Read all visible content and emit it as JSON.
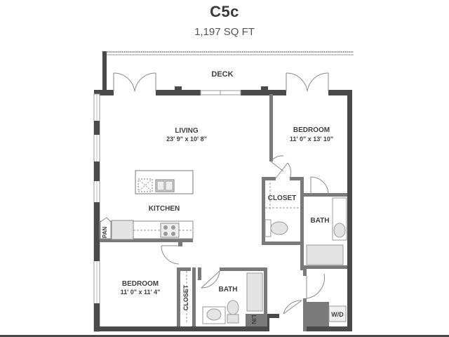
{
  "header": {
    "unit_name": "C5c",
    "area": "1,197 SQ FT"
  },
  "colors": {
    "wall": "#4a4a4a",
    "interior_wall": "#7a7a7a",
    "fixture_fill": "#e4e4e4",
    "text": "#3f3f3f"
  },
  "rooms": {
    "deck": {
      "label": "DECK"
    },
    "living": {
      "label": "LIVING",
      "dimensions": "23' 9\" x 10' 8\""
    },
    "kitchen": {
      "label": "KITCHEN"
    },
    "bedroom_main": {
      "label": "BEDROOM",
      "dimensions": "11' 0\" x 13' 10\""
    },
    "closet_main": {
      "label": "CLOSET"
    },
    "bath_main": {
      "label": "BATH"
    },
    "bedroom_second": {
      "label": "BEDROOM",
      "dimensions": "11' 0\" x 11' 4\""
    },
    "closet_second": {
      "label": "CLOSET"
    },
    "bath_second": {
      "label": "BATH"
    },
    "pantry": {
      "label": "PAN"
    },
    "linen": {
      "label": "LIN"
    },
    "laundry": {
      "label": "W/D"
    }
  }
}
